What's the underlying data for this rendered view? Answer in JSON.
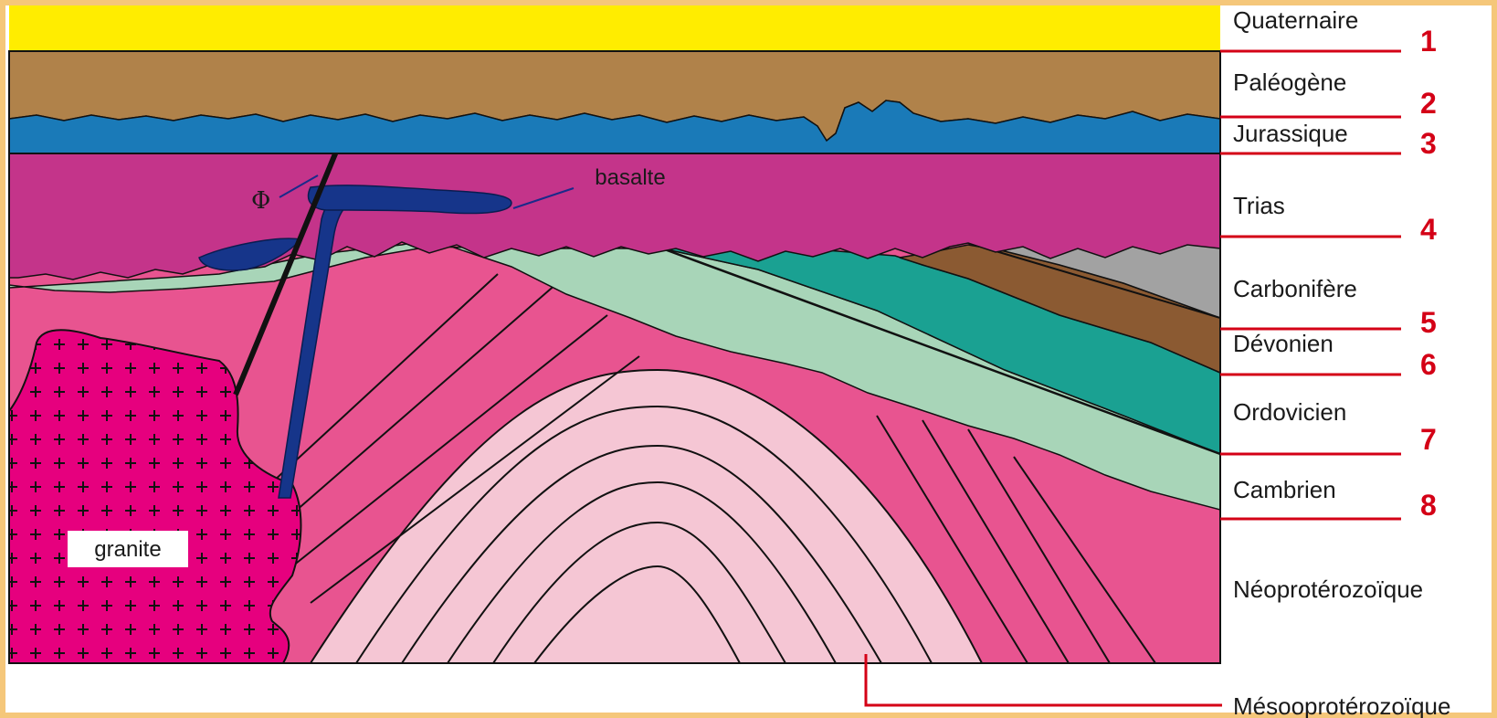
{
  "periods": [
    {
      "label": "Quaternaire",
      "number": "1"
    },
    {
      "label": "Paléogène",
      "number": "2"
    },
    {
      "label": "Jurassique",
      "number": "3"
    },
    {
      "label": "Trias",
      "number": "4"
    },
    {
      "label": "Carbonifère",
      "number": "5"
    },
    {
      "label": "Dévonien",
      "number": "6"
    },
    {
      "label": "Ordovicien",
      "number": "7"
    },
    {
      "label": "Cambrien",
      "number": "8"
    },
    {
      "label": "Néoprotérozoïque",
      "number": ""
    },
    {
      "label": "Mésooprotérozoïque",
      "number": ""
    }
  ],
  "labels": {
    "basalte": "basalte",
    "granite": "granite",
    "fault": "Φ"
  },
  "colors": {
    "quaternaire": "#ffed00",
    "paleogene": "#b0824a",
    "jurassique": "#1a7ab8",
    "trias": "#c4348a",
    "carbonifere": "#a2a2a2",
    "devonien": "#8b5a32",
    "ordovicien": "#1aa192",
    "cambrien": "#a8d5b8",
    "neoproterozoique": "#e85490",
    "mesoproterozoique": "#f5c6d4",
    "granite": "#e6007e",
    "basalt": "#16358a",
    "marker": "#d40016",
    "border": "#f5c77a"
  }
}
